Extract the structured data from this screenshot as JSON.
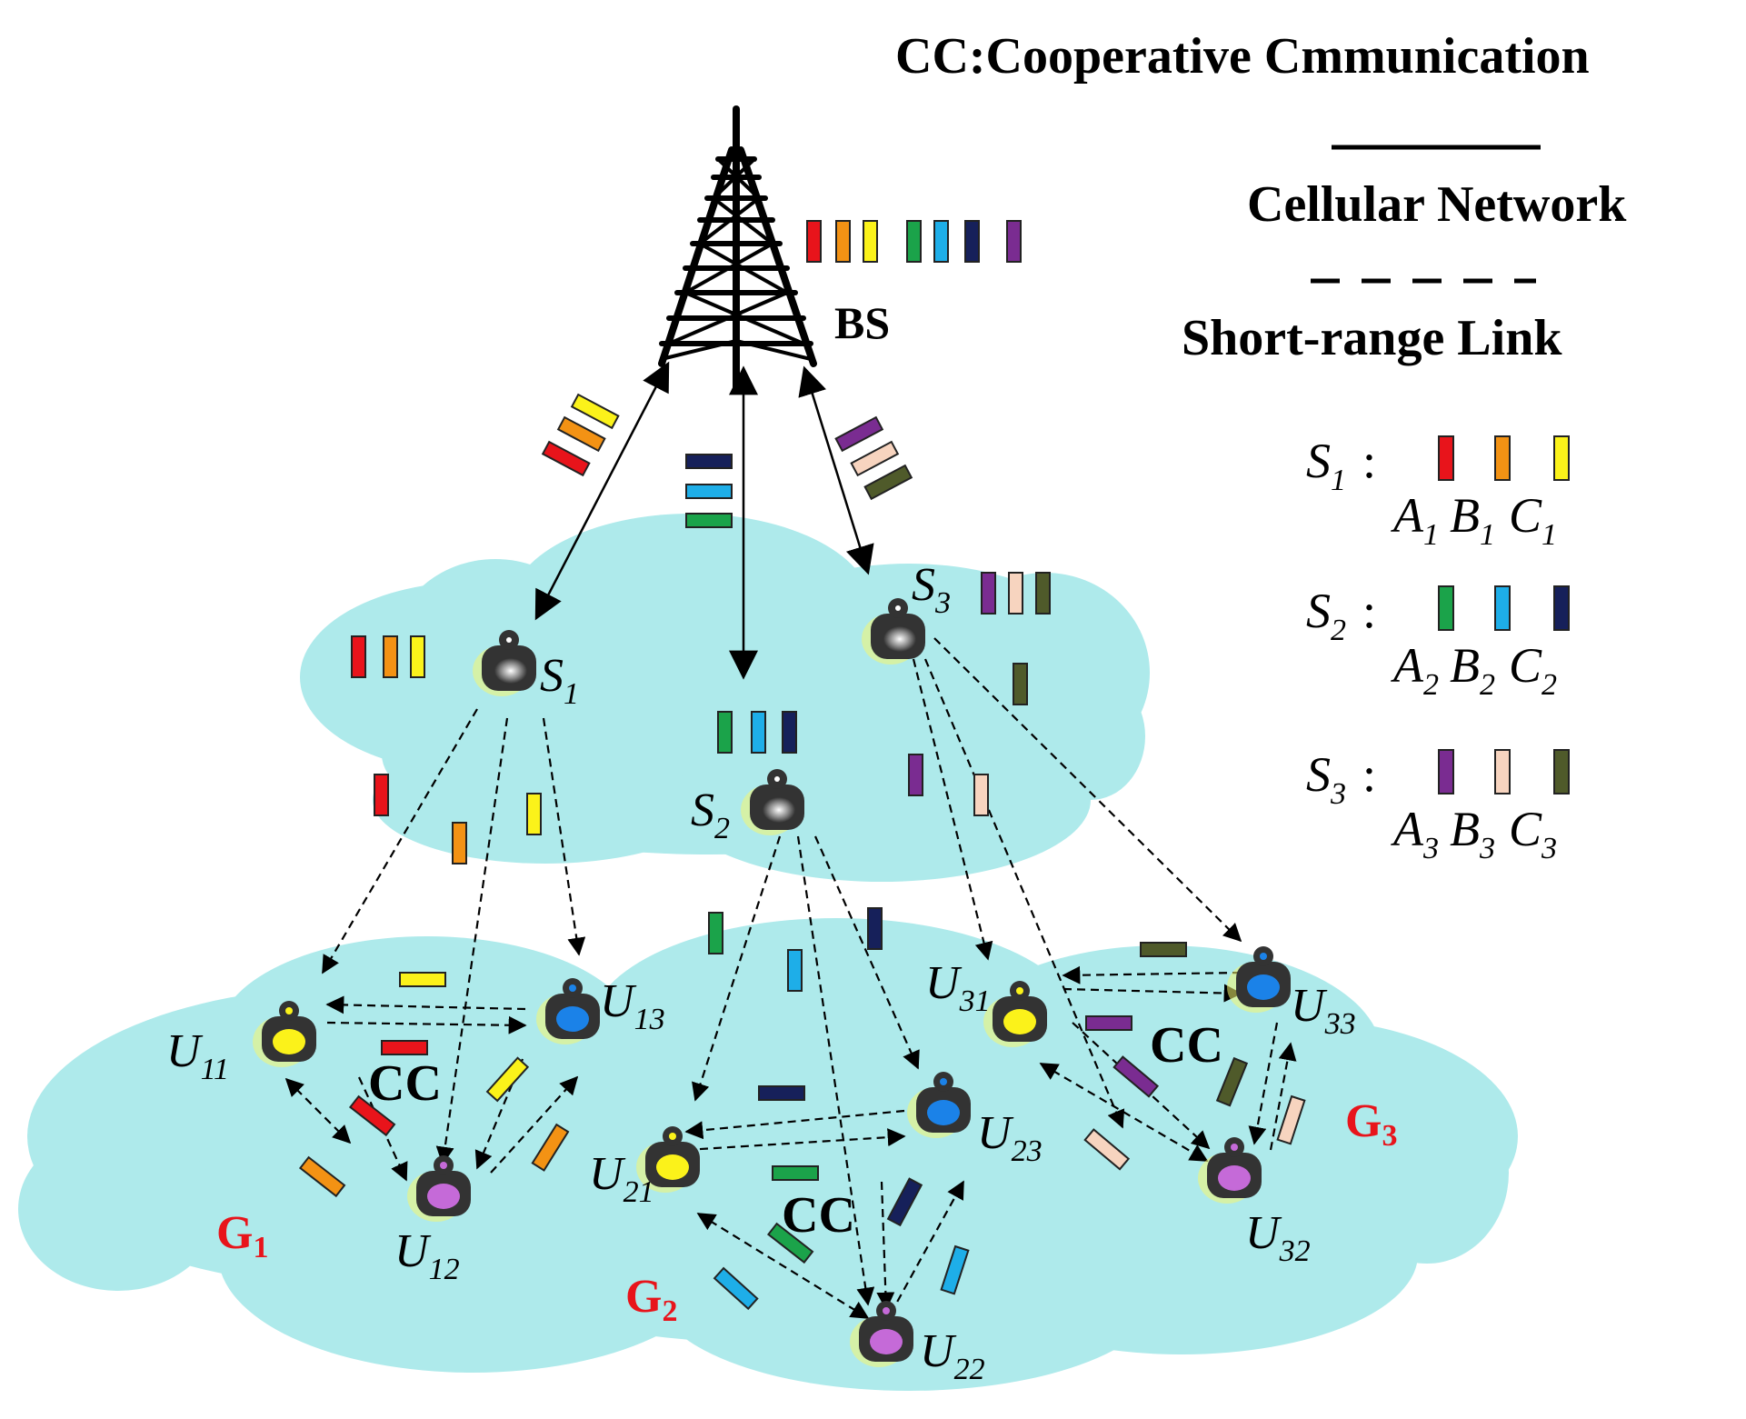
{
  "legend": {
    "title": "CC:Cooperative Cmmunication",
    "cellular_label": "Cellular Network",
    "shortrange_label": "Short-range Link",
    "rows": [
      {
        "sym": "S",
        "sub": "1",
        "colon": ":",
        "items": [
          {
            "sym": "A",
            "sub": "1",
            "color": "#e8141b"
          },
          {
            "sym": "B",
            "sub": "1",
            "color": "#f39214"
          },
          {
            "sym": "C",
            "sub": "1",
            "color": "#fbf21a"
          }
        ]
      },
      {
        "sym": "S",
        "sub": "2",
        "colon": ":",
        "items": [
          {
            "sym": "A",
            "sub": "2",
            "color": "#1ba34a"
          },
          {
            "sym": "B",
            "sub": "2",
            "color": "#1eaee8"
          },
          {
            "sym": "C",
            "sub": "2",
            "color": "#16205a"
          }
        ]
      },
      {
        "sym": "S",
        "sub": "3",
        "colon": ":",
        "items": [
          {
            "sym": "A",
            "sub": "3",
            "color": "#7a2c91"
          },
          {
            "sym": "B",
            "sub": "3",
            "color": "#f7d4bf"
          },
          {
            "sym": "C",
            "sub": "3",
            "color": "#4f5a2a"
          }
        ]
      }
    ]
  },
  "bs": {
    "label": "BS"
  },
  "sources": [
    {
      "sym": "S",
      "sub": "1"
    },
    {
      "sym": "S",
      "sub": "2"
    },
    {
      "sym": "S",
      "sub": "3"
    }
  ],
  "users": [
    {
      "sym": "U",
      "sub": "11",
      "head": "#fbf21a"
    },
    {
      "sym": "U",
      "sub": "12",
      "head": "#c56ad8"
    },
    {
      "sym": "U",
      "sub": "13",
      "head": "#1b82e8"
    },
    {
      "sym": "U",
      "sub": "21",
      "head": "#fbf21a"
    },
    {
      "sym": "U",
      "sub": "22",
      "head": "#c56ad8"
    },
    {
      "sym": "U",
      "sub": "23",
      "head": "#1b82e8"
    },
    {
      "sym": "U",
      "sub": "31",
      "head": "#fbf21a"
    },
    {
      "sym": "U",
      "sub": "32",
      "head": "#c56ad8"
    },
    {
      "sym": "U",
      "sub": "33",
      "head": "#1b82e8"
    }
  ],
  "groups": [
    {
      "sym": "G",
      "sub": "1"
    },
    {
      "sym": "G",
      "sub": "2"
    },
    {
      "sym": "G",
      "sub": "3"
    }
  ],
  "cc_label": "CC",
  "colors": {
    "cloud": "#aeeaeb",
    "A1": "#e8141b",
    "B1": "#f39214",
    "C1": "#fbf21a",
    "A2": "#1ba34a",
    "B2": "#1eaee8",
    "C2": "#16205a",
    "A3": "#7a2c91",
    "B3": "#f7d4bf",
    "C3": "#4f5a2a",
    "group_label": "#e8141b"
  }
}
